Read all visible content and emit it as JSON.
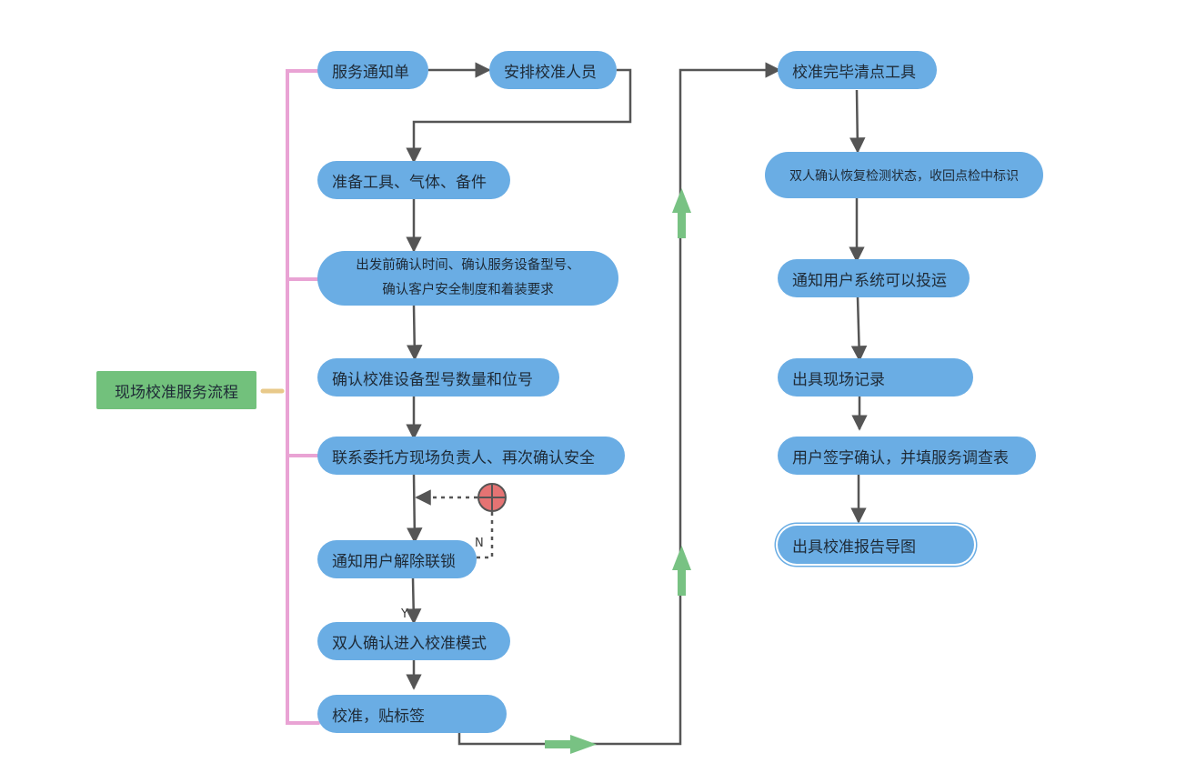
{
  "diagram": {
    "root": "现场校准服务流程",
    "nodes": {
      "service_notice": "服务通知单",
      "arrange_staff": "安排校准人员",
      "prepare_tools": "准备工具、气体、备件",
      "pre_departure_line1": "出发前确认时间、确认服务设备型号、",
      "pre_departure_line2": "确认客户安全制度和着装要求",
      "confirm_model": "确认校准设备型号数量和位号",
      "contact_client": "联系委托方现场负责人、再次确认安全",
      "notify_unlock": "通知用户解除联锁",
      "dual_confirm_mode": "双人确认进入校准模式",
      "calibrate_label": "校准，贴标签",
      "inventory_tools": "校准完毕清点工具",
      "dual_confirm_restore": "双人确认恢复检测状态，收回点检中标识",
      "notify_operation": "通知用户系统可以投运",
      "issue_record": "出具现场记录",
      "user_sign": "用户签字确认，并填服务调查表",
      "issue_report": "出具校准报告导图"
    },
    "decision_labels": {
      "no": "N",
      "yes": "Y"
    }
  },
  "colors": {
    "node_fill": "#6aade4",
    "root_fill": "#72c17c",
    "root_connector": "#e8c98a",
    "bracket": "#e9a3d4",
    "arrow": "#555555",
    "green_arrow": "#78c283",
    "decision_fill": "#e57373"
  }
}
